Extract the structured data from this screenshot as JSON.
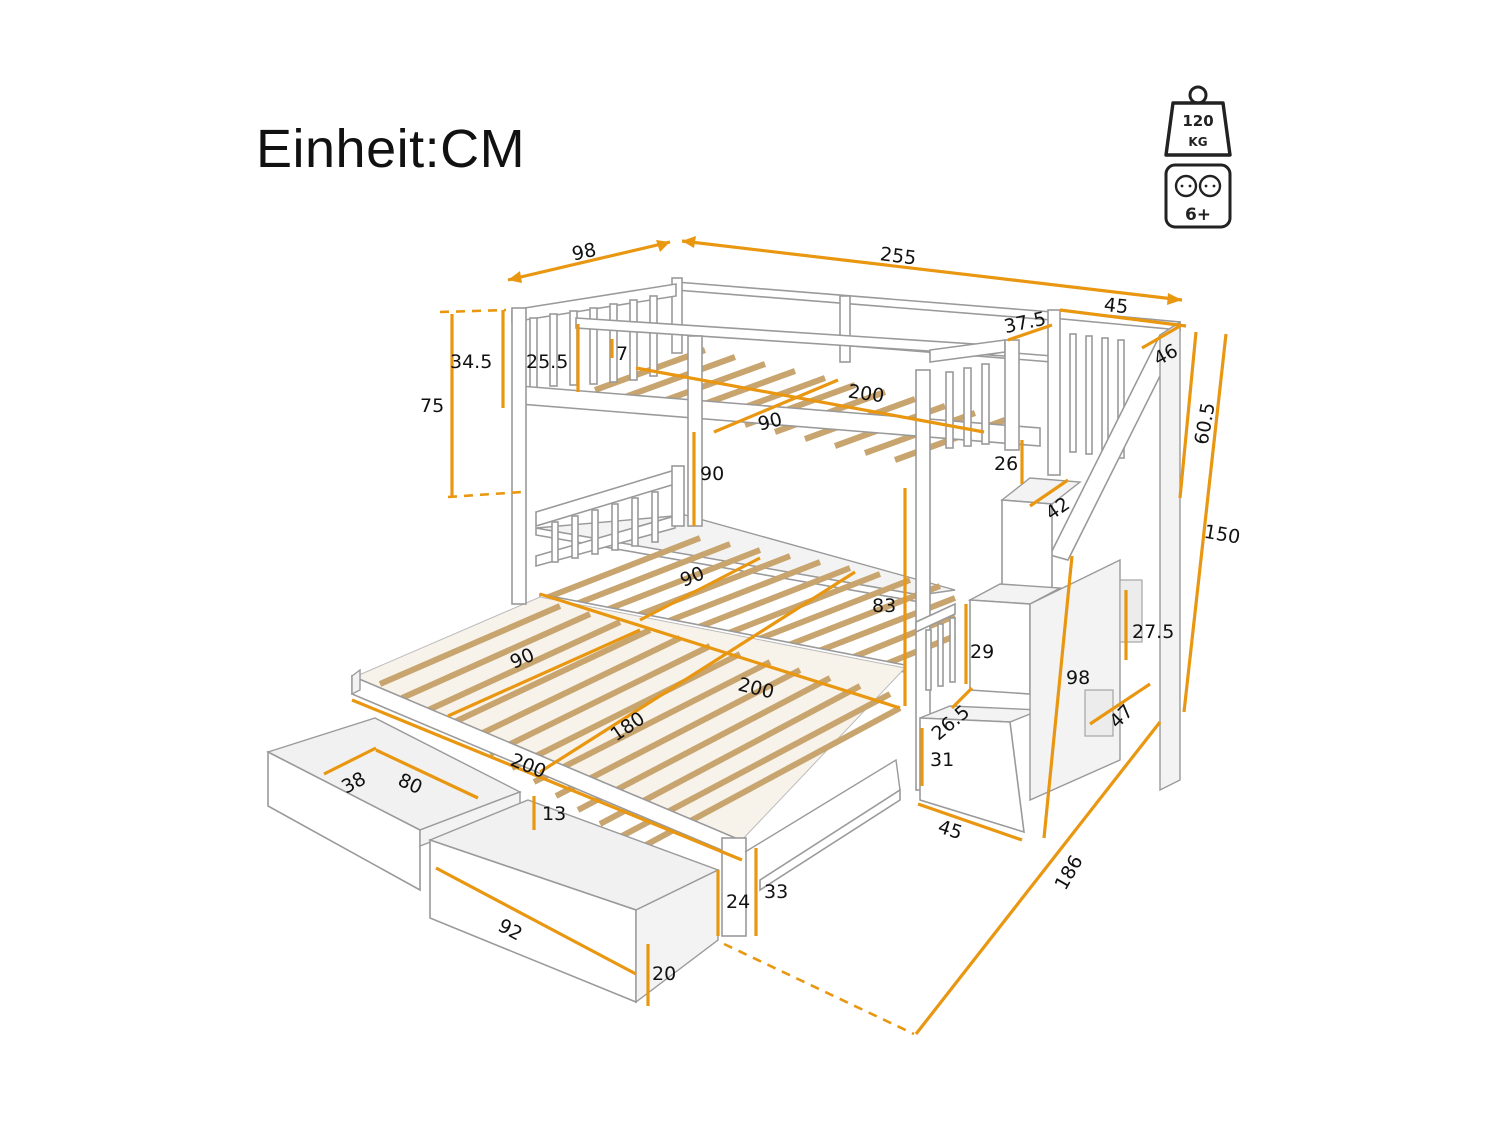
{
  "header": {
    "unit_label": "Einheit:CM"
  },
  "badges": {
    "weight": "120",
    "weight_unit": "KG",
    "age": "6+"
  },
  "colors": {
    "accent": "#e99711",
    "frame": "#ffffff",
    "wood": "#d9b98a"
  },
  "dimensions": {
    "top_depth": "98",
    "total_length": "255",
    "stair_top_gap": "37.5",
    "stair_depth": "45",
    "stair_rail": "46",
    "stair_rail_height": "60.5",
    "total_height": "150",
    "guard_outer_height": "34.5",
    "guard_inner_height": "25.5",
    "rail_gap": "7",
    "overall_top_height": "75",
    "top_length": "200",
    "top_width": "90",
    "lower_clearance": "90",
    "stair_post_gap": "26",
    "step_depth_top": "42",
    "lower_width": "90",
    "leg_height": "83",
    "lower_length": "200",
    "trundle_width": "90",
    "trundle_length": "180",
    "bottom_length": "200",
    "step_height_side": "29",
    "step_depth_side": "26.5",
    "step_height_low": "31",
    "stair_width_bottom": "45",
    "stair_length": "98",
    "step_rise": "27.5",
    "step_depth_low": "47",
    "drawer_depth": "38",
    "drawer_length_small": "80",
    "drawer_inner_height": "13",
    "drawer_length": "92",
    "drawer_outer_height": "24",
    "drawer_front_height": "20",
    "trundle_height": "33",
    "total_depth": "186"
  }
}
